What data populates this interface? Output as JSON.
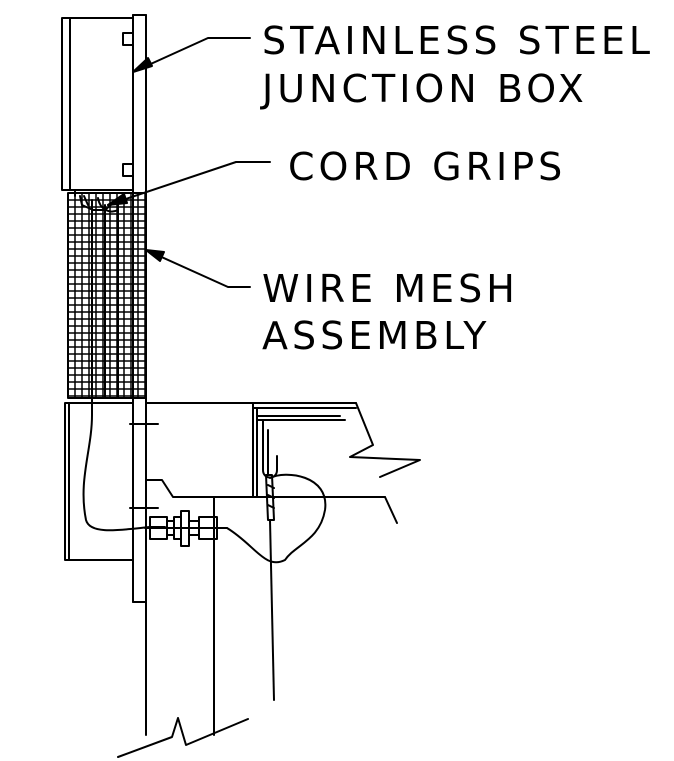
{
  "labels": {
    "junction_box_line1": "STAINLESS STEEL",
    "junction_box_line2": "JUNCTION BOX",
    "cord_grips": "CORD GRIPS",
    "wire_mesh_line1": "WIRE MESH",
    "wire_mesh_line2": "ASSEMBLY"
  },
  "colors": {
    "ink": "#000000",
    "paper": "#ffffff"
  }
}
